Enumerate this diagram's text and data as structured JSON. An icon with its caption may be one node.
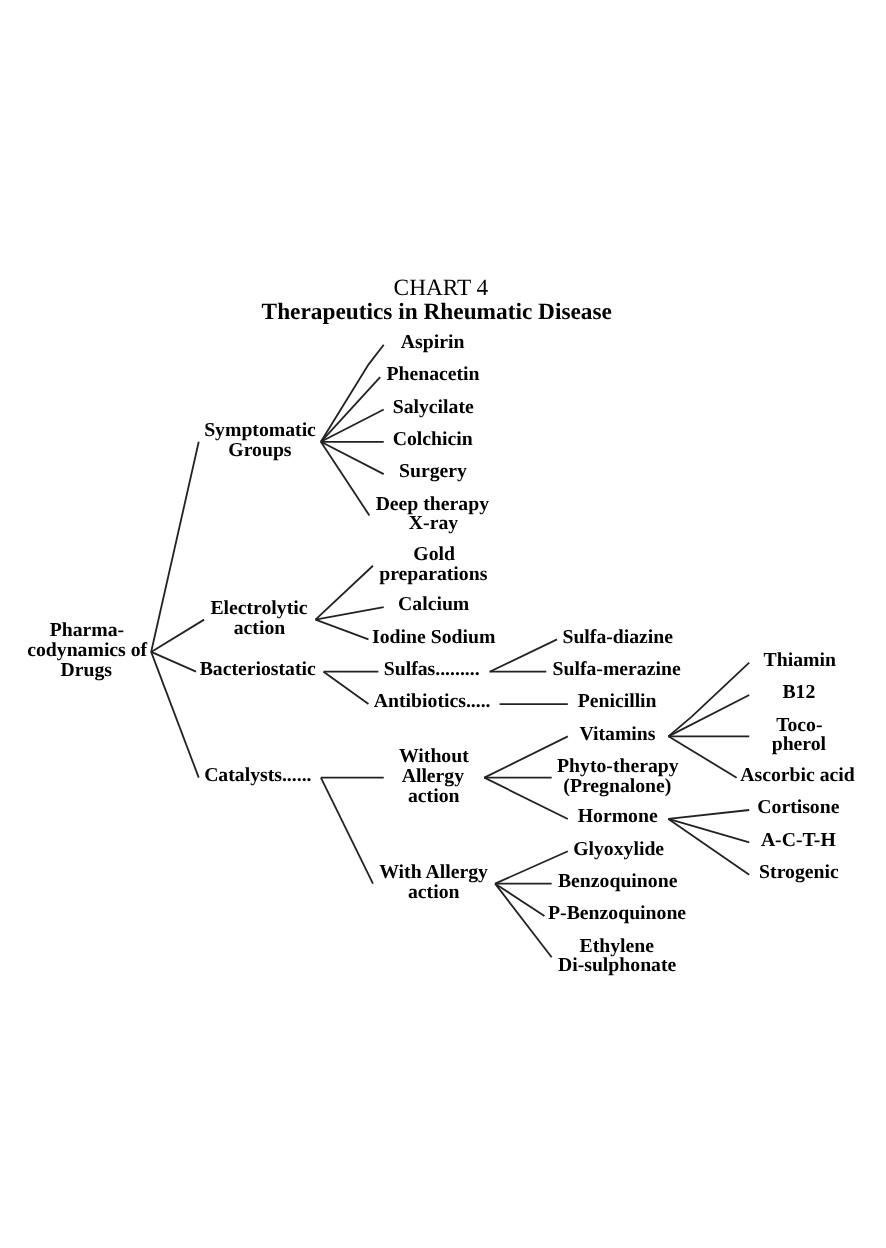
{
  "diagram": {
    "title": "CHART 4",
    "caption": "Therapeutics in Rheumatic Disease",
    "nodes": [
      {
        "text": [
          "Pharma- codynamics of Drugs"
        ]
      },
      {
        "text": [
          "Symptomatic Groups"
        ]
      },
      {
        "text": [
          "Aspirin"
        ]
      },
      {
        "text": [
          "Phenacetin"
        ]
      },
      {
        "text": [
          "Salycilate"
        ]
      },
      {
        "text": [
          "Colchicin"
        ]
      },
      {
        "text": [
          "Surgery"
        ]
      },
      {
        "text": [
          "Deep therapy X-ray"
        ]
      },
      {
        "text": [
          "Electrolytic action"
        ]
      },
      {
        "text": [
          "Gold preparations"
        ]
      },
      {
        "text": [
          "Calcium"
        ]
      },
      {
        "text": [
          "Iodine Sodium"
        ]
      },
      {
        "text": [
          "Bacteriostatic"
        ]
      },
      {
        "text": [
          "Sulfas........."
        ]
      },
      {
        "text": [
          "Sulfa-diazine"
        ]
      },
      {
        "text": [
          "Sulfa-merazine"
        ]
      },
      {
        "text": [
          "Antibiotics....."
        ]
      },
      {
        "text": [
          "Penicillin"
        ]
      },
      {
        "text": [
          "Catalysts......"
        ]
      },
      {
        "text": [
          "Without Allergy action"
        ]
      },
      {
        "text": [
          "Vitamins"
        ]
      },
      {
        "text": [
          "Thiamin"
        ]
      },
      {
        "text": [
          "B12"
        ]
      },
      {
        "text": [
          "Toco- pherol"
        ]
      },
      {
        "text": [
          "Ascorbic acid"
        ]
      },
      {
        "text": [
          "Phyto-therapy (Pregnalone)"
        ]
      },
      {
        "text": [
          "Hormone"
        ]
      },
      {
        "text": [
          "Cortisone"
        ]
      },
      {
        "text": [
          "A-C-T-H"
        ]
      },
      {
        "text": [
          "Strogenic"
        ]
      },
      {
        "text": [
          "With Allergy action"
        ]
      },
      {
        "text": [
          "Glyoxylide"
        ]
      },
      {
        "text": [
          "Benzoquinone"
        ]
      },
      {
        "text": [
          "P-Benzoquinone"
        ]
      },
      {
        "text": [
          "Ethylene Di-sulphonate"
        ]
      }
    ],
    "edges": [
      {
        "from": 0,
        "to": 1,
        "arrow": "none"
      },
      {
        "from": 0,
        "to": 8,
        "arrow": "none"
      },
      {
        "from": 0,
        "to": 12,
        "arrow": "none"
      },
      {
        "from": 0,
        "to": 18,
        "arrow": "none"
      },
      {
        "from": 1,
        "to": 2,
        "arrow": "none"
      },
      {
        "from": 1,
        "to": 3,
        "arrow": "none"
      },
      {
        "from": 1,
        "to": 4,
        "arrow": "none"
      },
      {
        "from": 1,
        "to": 5,
        "arrow": "none"
      },
      {
        "from": 1,
        "to": 6,
        "arrow": "none"
      },
      {
        "from": 1,
        "to": 7,
        "arrow": "none"
      },
      {
        "from": 8,
        "to": 9,
        "arrow": "none"
      },
      {
        "from": 8,
        "to": 10,
        "arrow": "none"
      },
      {
        "from": 8,
        "to": 11,
        "arrow": "none"
      },
      {
        "from": 12,
        "to": 13,
        "arrow": "none"
      },
      {
        "from": 12,
        "to": 16,
        "arrow": "none"
      },
      {
        "from": 13,
        "to": 14,
        "arrow": "none"
      },
      {
        "from": 13,
        "to": 15,
        "arrow": "none"
      },
      {
        "from": 16,
        "to": 17,
        "arrow": "none"
      },
      {
        "from": 18,
        "to": 19,
        "arrow": "none"
      },
      {
        "from": 18,
        "to": 30,
        "arrow": "none"
      },
      {
        "from": 19,
        "to": 20,
        "arrow": "none"
      },
      {
        "from": 19,
        "to": 25,
        "arrow": "none"
      },
      {
        "from": 19,
        "to": 26,
        "arrow": "none"
      },
      {
        "from": 20,
        "to": 21,
        "arrow": "none"
      },
      {
        "from": 20,
        "to": 22,
        "arrow": "none"
      },
      {
        "from": 20,
        "to": 23,
        "arrow": "none"
      },
      {
        "from": 20,
        "to": 24,
        "arrow": "none"
      },
      {
        "from": 26,
        "to": 27,
        "arrow": "none"
      },
      {
        "from": 26,
        "to": 28,
        "arrow": "none"
      },
      {
        "from": 26,
        "to": 29,
        "arrow": "none"
      },
      {
        "from": 30,
        "to": 31,
        "arrow": "none"
      },
      {
        "from": 30,
        "to": 32,
        "arrow": "none"
      },
      {
        "from": 30,
        "to": 33,
        "arrow": "none"
      },
      {
        "from": 30,
        "to": 34,
        "arrow": "none"
      }
    ]
  }
}
